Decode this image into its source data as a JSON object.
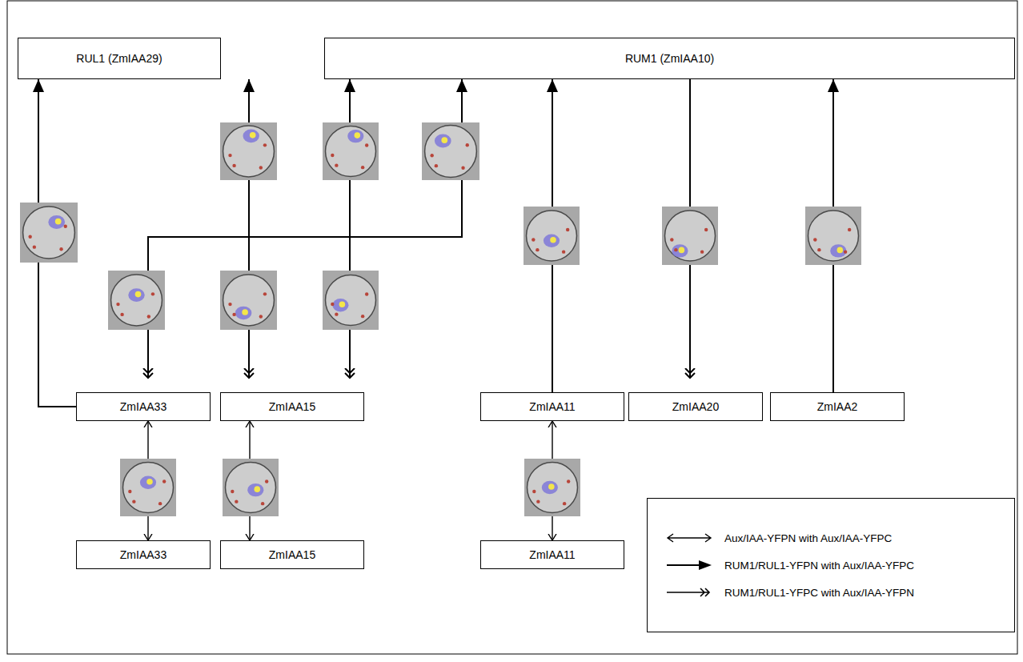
{
  "diagram": {
    "nodes": [
      {
        "text": [
          "RUL1 (ZmIAA29)"
        ]
      },
      {
        "text": [
          "RUM1 (ZmIAA10)"
        ]
      },
      {
        "text": [
          "ZmIAA33"
        ]
      },
      {
        "text": [
          "ZmIAA15"
        ]
      },
      {
        "text": [
          "ZmIAA11"
        ]
      },
      {
        "text": [
          "ZmIAA20"
        ]
      },
      {
        "text": [
          "ZmIAA2"
        ]
      },
      {
        "text": [
          "ZmIAA33"
        ]
      },
      {
        "text": [
          "ZmIAA15"
        ]
      },
      {
        "text": [
          "ZmIAA11"
        ]
      }
    ],
    "edges": [
      {
        "from": 2,
        "to": 0,
        "arrow": "to"
      },
      {
        "from": 3,
        "to": 0,
        "arrow": "both"
      },
      {
        "from": 3,
        "to": 1,
        "arrow": "both"
      },
      {
        "from": 2,
        "to": 1,
        "arrow": "both"
      },
      {
        "from": 4,
        "to": 1,
        "arrow": "to"
      },
      {
        "from": 1,
        "to": 5,
        "arrow": "to"
      },
      {
        "from": 6,
        "to": 1,
        "arrow": "to"
      },
      {
        "from": 2,
        "to": 7,
        "arrow": "both"
      },
      {
        "from": 3,
        "to": 8,
        "arrow": "both"
      },
      {
        "from": 4,
        "to": 9,
        "arrow": "both"
      }
    ],
    "legend": [
      {
        "text": "Aux/IAA-YFPN with Aux/IAA-YFPC"
      },
      {
        "text": "RUM1/RUL1-YFPN with Aux/IAA-YFPC"
      },
      {
        "text": "RUM1/RUL1-YFPC with Aux/IAA-YFPN"
      }
    ]
  }
}
